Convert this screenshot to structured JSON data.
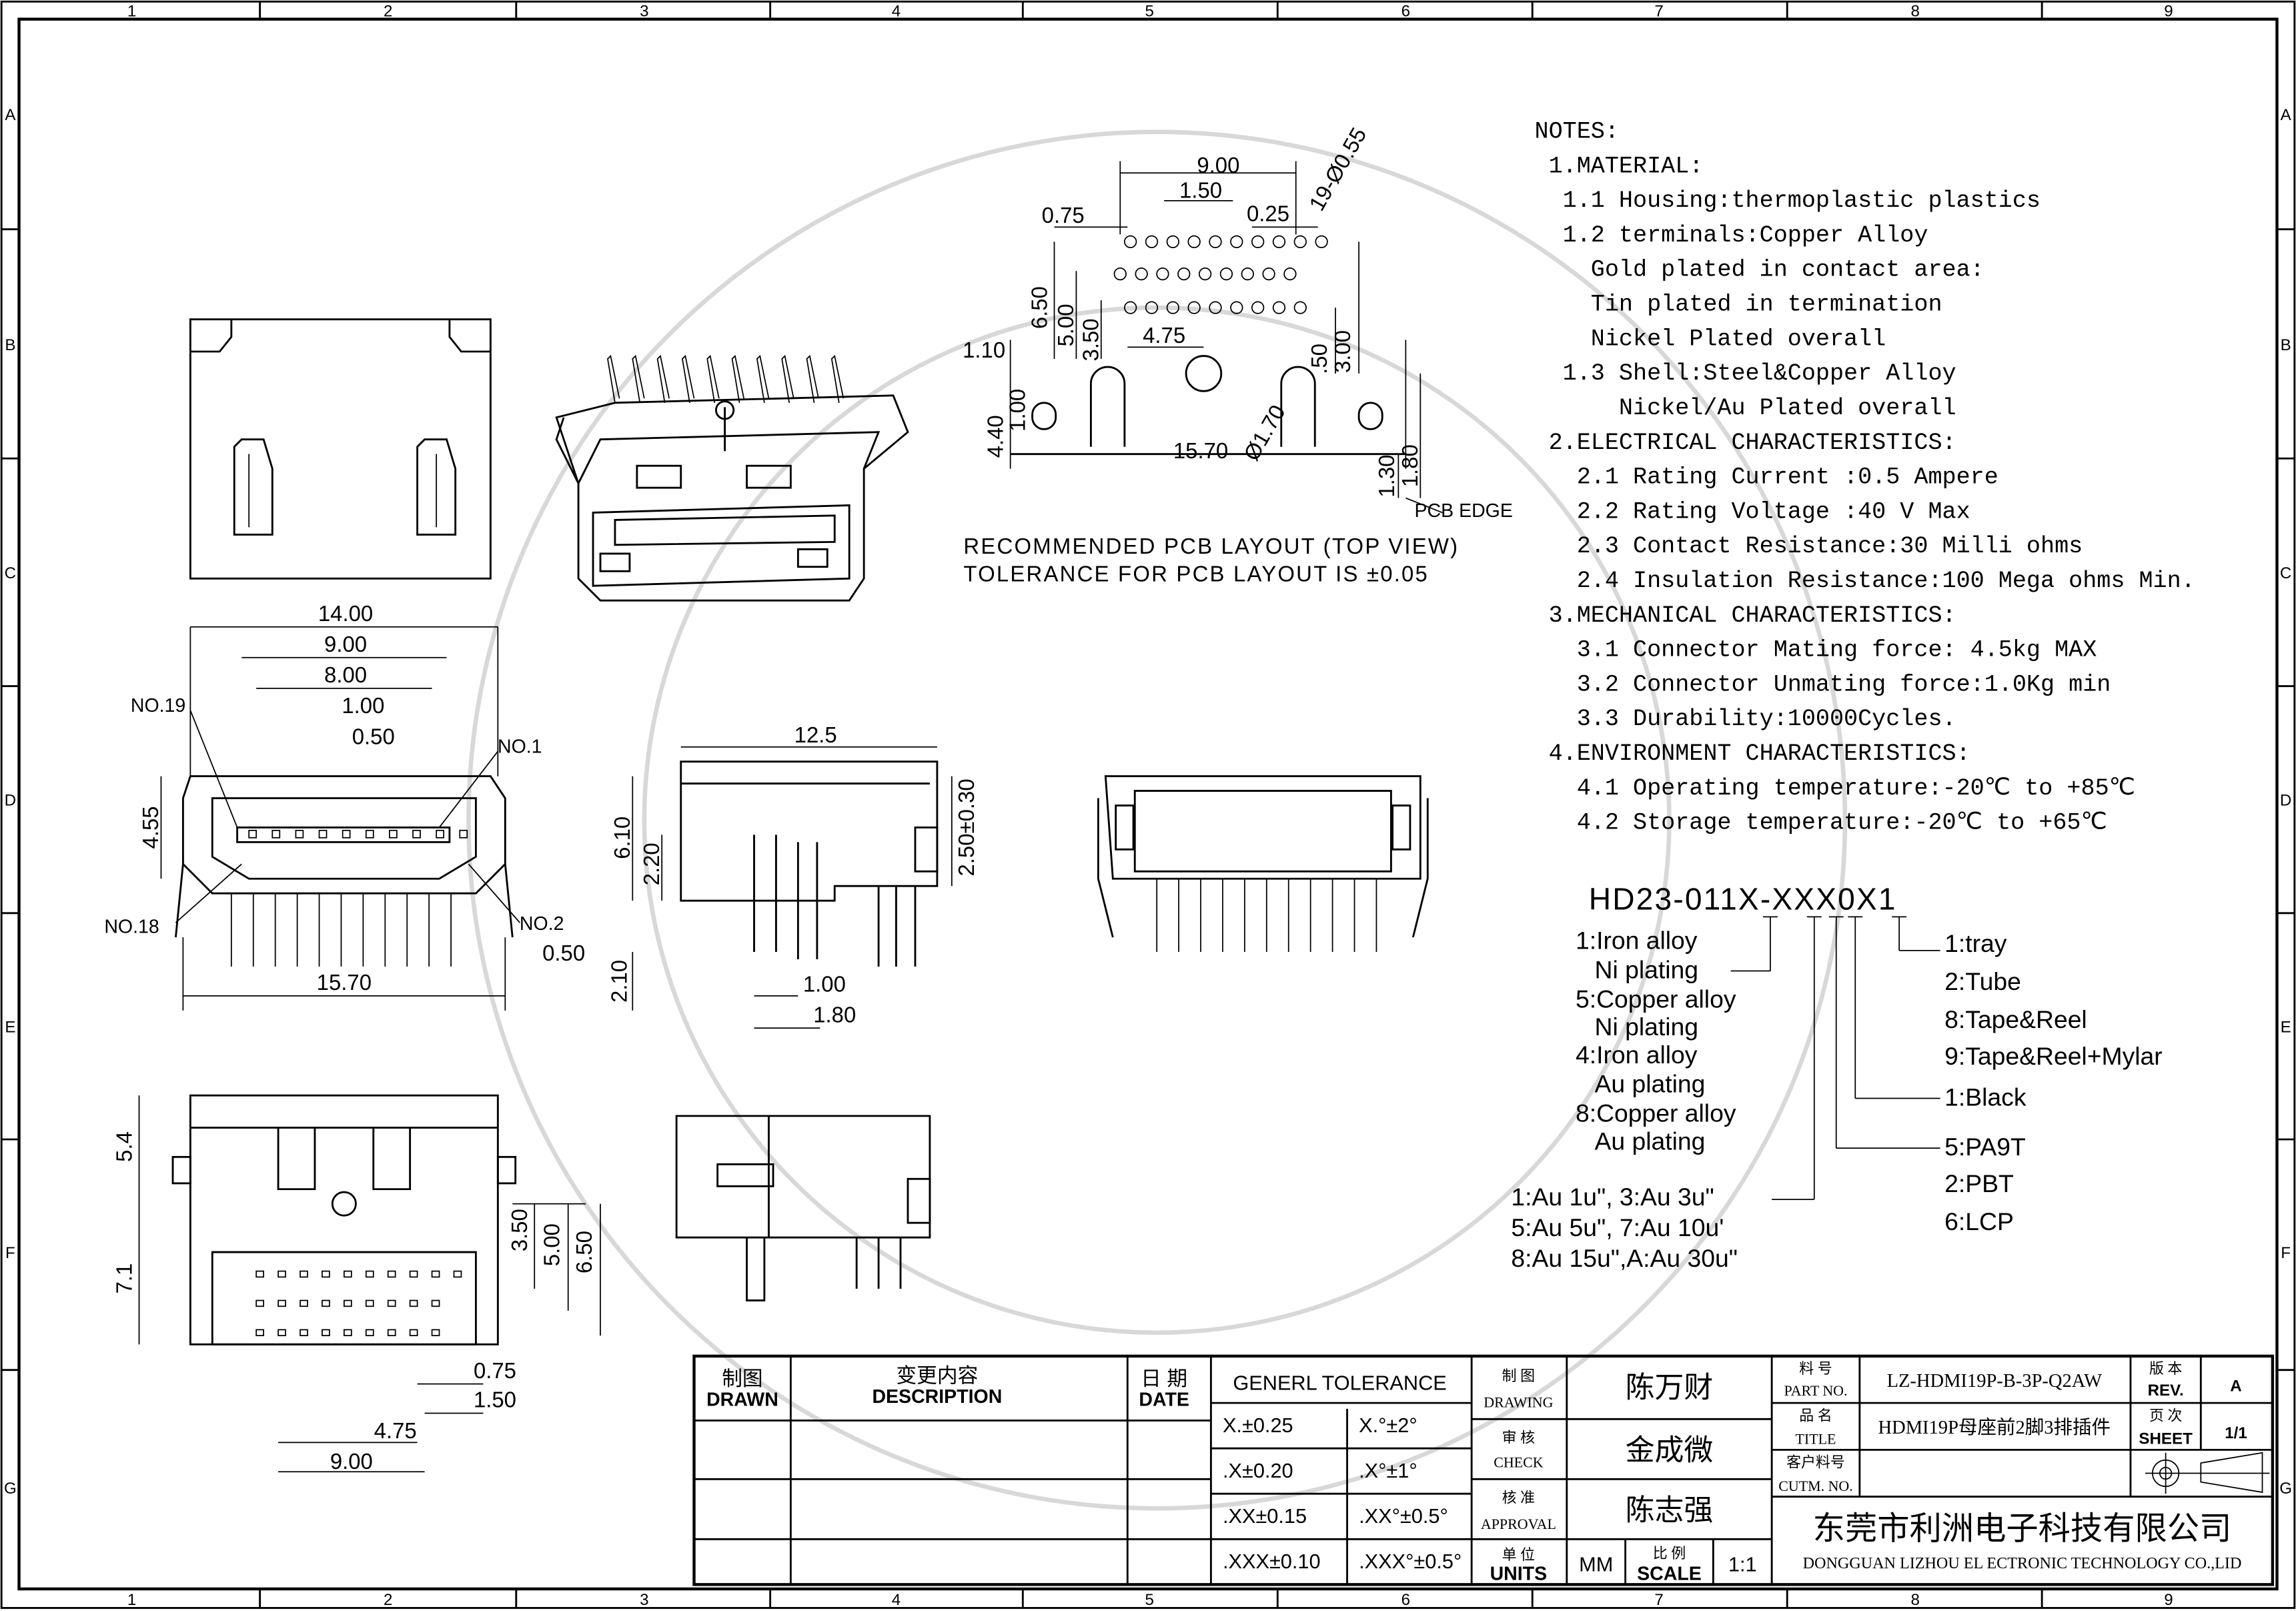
{
  "grid": {
    "columns": [
      "1",
      "2",
      "3",
      "4",
      "5",
      "6",
      "7",
      "8",
      "9"
    ],
    "rows": [
      "A",
      "B",
      "C",
      "D",
      "E",
      "F",
      "G"
    ]
  },
  "notes": {
    "lines": [
      "NOTES:",
      " 1.MATERIAL:",
      "  1.1 Housing:thermoplastic plastics",
      "  1.2 terminals:Copper Alloy",
      "    Gold plated in contact area:",
      "    Tin plated in termination",
      "    Nickel Plated overall",
      "  1.3 Shell:Steel&Copper Alloy",
      "      Nickel/Au Plated overall",
      " 2.ELECTRICAL CHARACTERISTICS:",
      "   2.1 Rating Current :0.5 Ampere",
      "   2.2 Rating Voltage :40 V Max",
      "   2.3 Contact Resistance:30 Milli ohms",
      "   2.4 Insulation Resistance:100 Mega ohms Min.",
      " 3.MECHANICAL CHARACTERISTICS:",
      "   3.1 Connector Mating force: 4.5kg MAX",
      "   3.2 Connector Unmating force:1.0Kg min",
      "   3.3 Durability:10000Cycles.",
      " 4.ENVIRONMENT CHARACTERISTICS:",
      "   4.1 Operating temperature:-20℃ to +85℃",
      "   4.2 Storage temperature:-20℃ to +65℃"
    ]
  },
  "part_code": {
    "code": "HD23-011X-XXX0X1",
    "shell_options": [
      "1:Iron  alloy",
      "Ni  plating",
      "5:Copper  alloy",
      "Ni  plating",
      "4:Iron  alloy",
      "Au  plating",
      "8:Copper  alloy",
      "Au  plating"
    ],
    "plating_options": [
      "1:Au  1u\", 3:Au  3u\"",
      "5:Au  5u\", 7:Au  10u'",
      "8:Au  15u\",A:Au  30u\""
    ],
    "packing_options": [
      "1:tray",
      "2:Tube",
      "8:Tape&Reel",
      "9:Tape&Reel+Mylar"
    ],
    "color_options": [
      "1:Black"
    ],
    "material_options": [
      "5:PA9T",
      "2:PBT",
      "6:LCP"
    ]
  },
  "pcb_layout": {
    "caption1": "RECOMMENDED PCB LAYOUT (TOP VIEW)",
    "caption2": "TOLERANCE FOR PCB LAYOUT IS ±0.05",
    "pcb_edge": "PCB EDGE",
    "dims": [
      "9.00",
      "1.50",
      "0.75",
      "0.25",
      "19-Ø0.55",
      "6.50",
      "5.00",
      "3.50",
      "4.75",
      "1.10",
      "1.00",
      "4.40",
      "3.00",
      ".50",
      "15.70",
      "Ø1.70",
      "1.30",
      "1.80"
    ]
  },
  "front_view": {
    "dims": [
      "14.00",
      "9.00",
      "8.00",
      "1.00",
      "0.50",
      "4.55",
      "0.50",
      "15.70"
    ],
    "labels": [
      "NO.19",
      "NO.1",
      "NO.18",
      "NO.2"
    ]
  },
  "side_view": {
    "dims": [
      "12.5",
      "6.10",
      "2.20",
      "2.50±0.30",
      "2.10",
      "1.00",
      "1.80"
    ]
  },
  "bottom_view": {
    "dims": [
      "5.4",
      "7.1",
      "3.50",
      "5.00",
      "6.50",
      "0.75",
      "1.50",
      "4.75",
      "9.00"
    ]
  },
  "title_block": {
    "drawn_cn": "制图",
    "drawn_en": "DRAWN",
    "desc_cn": "变更内容",
    "desc_en": "DESCRIPTION",
    "date_cn": "日 期",
    "date_en": "DATE",
    "tolerance_header": "GENERL  TOLERANCE",
    "tolerances": [
      [
        "X.±0.25",
        "X.°±2°"
      ],
      [
        ".X±0.20",
        ".X°±1°"
      ],
      [
        ".XX±0.15",
        ".XX°±0.5°"
      ],
      [
        ".XXX±0.10",
        ".XXX°±0.5°"
      ]
    ],
    "drawing_cn": "制 图",
    "drawing_en": "DRAWING",
    "drawing_name": "陈万财",
    "check_cn": "审 核",
    "check_en": "CHECK",
    "check_name": "金成微",
    "approval_cn": "核 准",
    "approval_en": "APPROVAL",
    "approval_name": "陈志强",
    "units_cn": "单 位",
    "units_en": "UNITS",
    "units_value": "MM",
    "scale_cn": "比 例",
    "scale_en": "SCALE",
    "scale_value": "1:1",
    "part_no_cn": "料 号",
    "part_no_en": "PART NO.",
    "part_no": "LZ-HDMI19P-B-3P-Q2AW",
    "title_cn": "品 名",
    "title_en": "TITLE",
    "title": "HDMI19P母座前2脚3排插件",
    "cutm_cn": "客户料号",
    "cutm_en": "CUTM. NO.",
    "rev_cn": "版 本",
    "rev_en": "REV.",
    "rev": "A",
    "sheet_cn": "页 次",
    "sheet_en": "SHEET",
    "sheet": "1/1",
    "company_cn": "东莞市利洲电子科技有限公司",
    "company_en": "DONGGUAN LIZHOU EL ECTRONIC TECHNOLOGY CO.,LID"
  }
}
